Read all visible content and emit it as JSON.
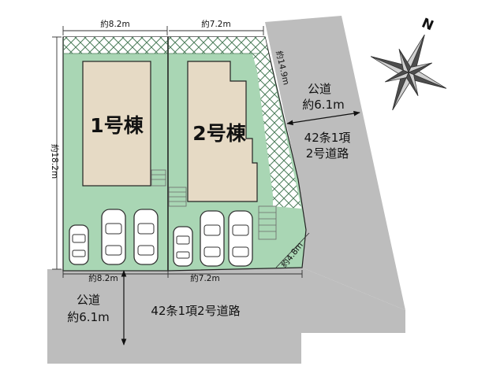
{
  "colors": {
    "road": "#bdbdbd",
    "lot": "#a9d6b4",
    "building": "#e6dac5",
    "hatch_bg": "#ffffff",
    "hatch_line": "#4b7d5a",
    "outline": "#222222"
  },
  "buildings": {
    "b1": "1号棟",
    "b2": "2号棟"
  },
  "roads": {
    "east_name": "公道",
    "east_width": "約6.1m",
    "east_class_1": "42条1項",
    "east_class_2": "2号道路",
    "south_name": "公道",
    "south_width": "約6.1m",
    "south_class": "42条1項2号道路"
  },
  "dimensions": {
    "top_lot1": "約8.2m",
    "top_lot2": "約7.2m",
    "left_depth": "約18.2m",
    "diagonal": "約14.9m",
    "bottom_lot1": "約8.2m",
    "bottom_lot2": "約7.2m",
    "corner": "約4.8m"
  },
  "compass": {
    "north": "N"
  }
}
